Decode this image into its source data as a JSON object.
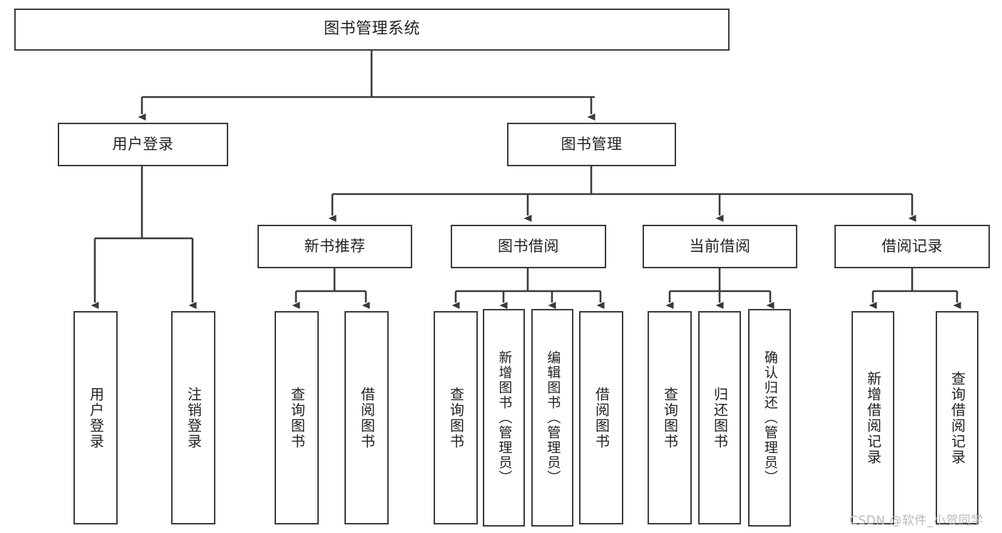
{
  "diagram": {
    "title": "图书管理系统",
    "type": "tree-hierarchy",
    "root": {
      "label": "图书管理系统"
    },
    "level1": [
      {
        "label": "用户登录"
      },
      {
        "label": "图书管理"
      }
    ],
    "level2": [
      {
        "label": "新书推荐"
      },
      {
        "label": "图书借阅"
      },
      {
        "label": "当前借阅"
      },
      {
        "label": "借阅记录"
      }
    ],
    "leaves": {
      "user_login": [
        {
          "label": "用户登录"
        },
        {
          "label": "注销登录"
        }
      ],
      "new_book_recommend": [
        {
          "label": "查询图书"
        },
        {
          "label": "借阅图书"
        }
      ],
      "book_borrow": [
        {
          "label": "查询图书"
        },
        {
          "label": "新增图书（管理员）"
        },
        {
          "label": "编辑图书（管理员）"
        },
        {
          "label": "借阅图书"
        }
      ],
      "current_borrow": [
        {
          "label": "查询图书"
        },
        {
          "label": "归还图书"
        },
        {
          "label": "确认归还（管理员）"
        }
      ],
      "borrow_record": [
        {
          "label": "新增借阅记录"
        },
        {
          "label": "查询借阅记录"
        }
      ]
    }
  },
  "watermark": {
    "text": "CSDN @软件_小贺同学"
  },
  "colors": {
    "stroke": "#3a3a3a",
    "text": "#222222",
    "background": "#ffffff",
    "watermark": "#b9b9b9"
  }
}
